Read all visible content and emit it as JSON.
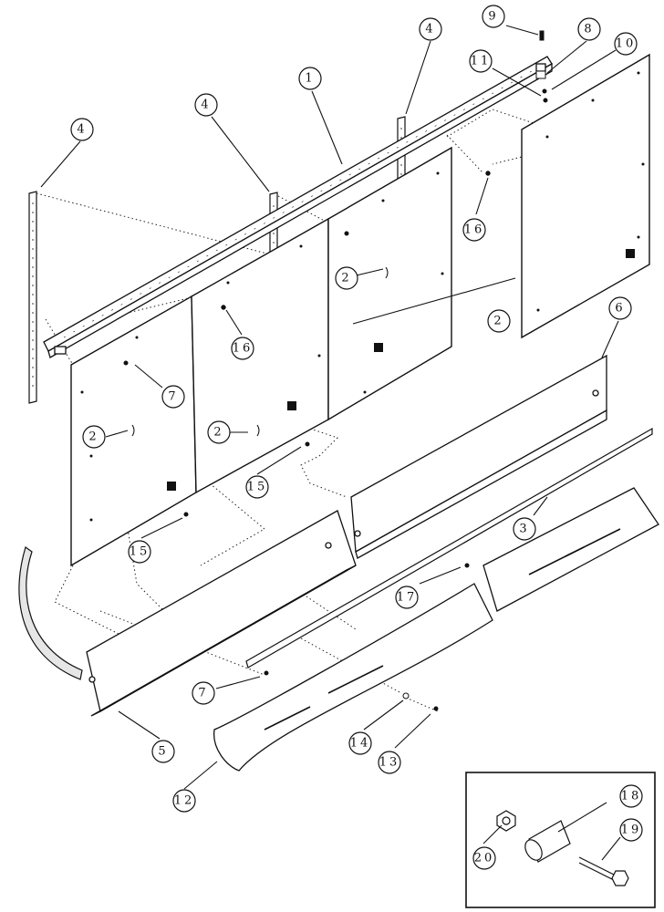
{
  "diagram": {
    "callouts": [
      {
        "id": "c1",
        "label": "1"
      },
      {
        "id": "c2a",
        "label": "2"
      },
      {
        "id": "c2b",
        "label": "2"
      },
      {
        "id": "c2c",
        "label": "2"
      },
      {
        "id": "c2d",
        "label": "2"
      },
      {
        "id": "c3",
        "label": "3"
      },
      {
        "id": "c4a",
        "label": "4"
      },
      {
        "id": "c4b",
        "label": "4"
      },
      {
        "id": "c4c",
        "label": "4"
      },
      {
        "id": "c5",
        "label": "5"
      },
      {
        "id": "c6",
        "label": "6"
      },
      {
        "id": "c7a",
        "label": "7"
      },
      {
        "id": "c7b",
        "label": "7"
      },
      {
        "id": "c8",
        "label": "8"
      },
      {
        "id": "c9",
        "label": "9"
      },
      {
        "id": "c10",
        "label": "10"
      },
      {
        "id": "c11",
        "label": "11"
      },
      {
        "id": "c12",
        "label": "12"
      },
      {
        "id": "c13",
        "label": "13"
      },
      {
        "id": "c14",
        "label": "14"
      },
      {
        "id": "c15a",
        "label": "15"
      },
      {
        "id": "c15b",
        "label": "15"
      },
      {
        "id": "c16a",
        "label": "16"
      },
      {
        "id": "c16b",
        "label": "16"
      },
      {
        "id": "c17",
        "label": "17"
      },
      {
        "id": "c18",
        "label": "18"
      },
      {
        "id": "c19",
        "label": "19"
      },
      {
        "id": "c20",
        "label": "20"
      }
    ]
  }
}
